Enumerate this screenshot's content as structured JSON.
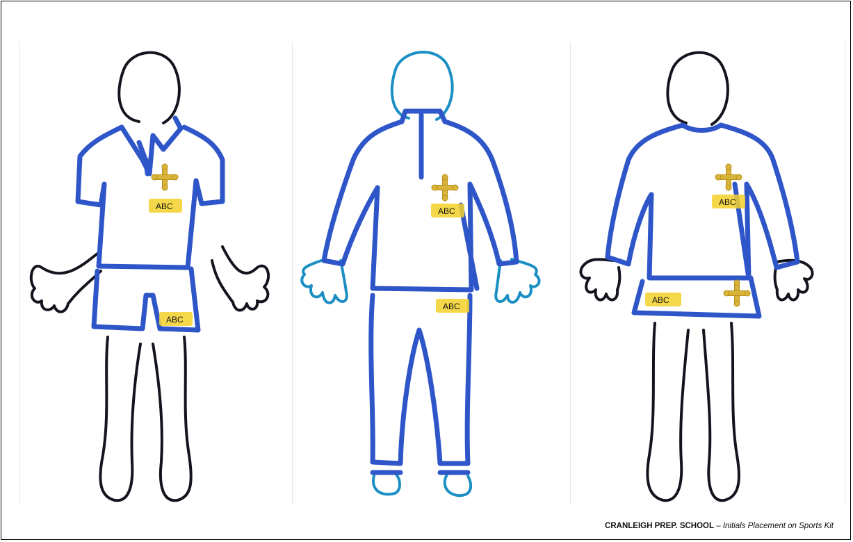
{
  "colors": {
    "outline_dark": "#14141e",
    "outline_teal": "#1b8fc4",
    "kit_blue": "#2f56c9",
    "highlight_yellow": "#f3d12a",
    "cross_gold": "#d9b43a"
  },
  "figures": [
    {
      "name": "polo-and-shorts",
      "labels": [
        "ABC",
        "ABC"
      ],
      "icons": [
        "cross-crest-icon"
      ]
    },
    {
      "name": "tracksuit",
      "labels": [
        "ABC",
        "ABC"
      ],
      "icons": [
        "cross-crest-icon"
      ]
    },
    {
      "name": "sweater-and-skort",
      "labels": [
        "ABC",
        "ABC"
      ],
      "icons": [
        "cross-crest-icon",
        "cross-crest-icon"
      ]
    }
  ],
  "caption": {
    "school": "CRANLEIGH PREP. SCHOOL",
    "separator": " – ",
    "description": "Initials Placement on Sports Kit"
  }
}
